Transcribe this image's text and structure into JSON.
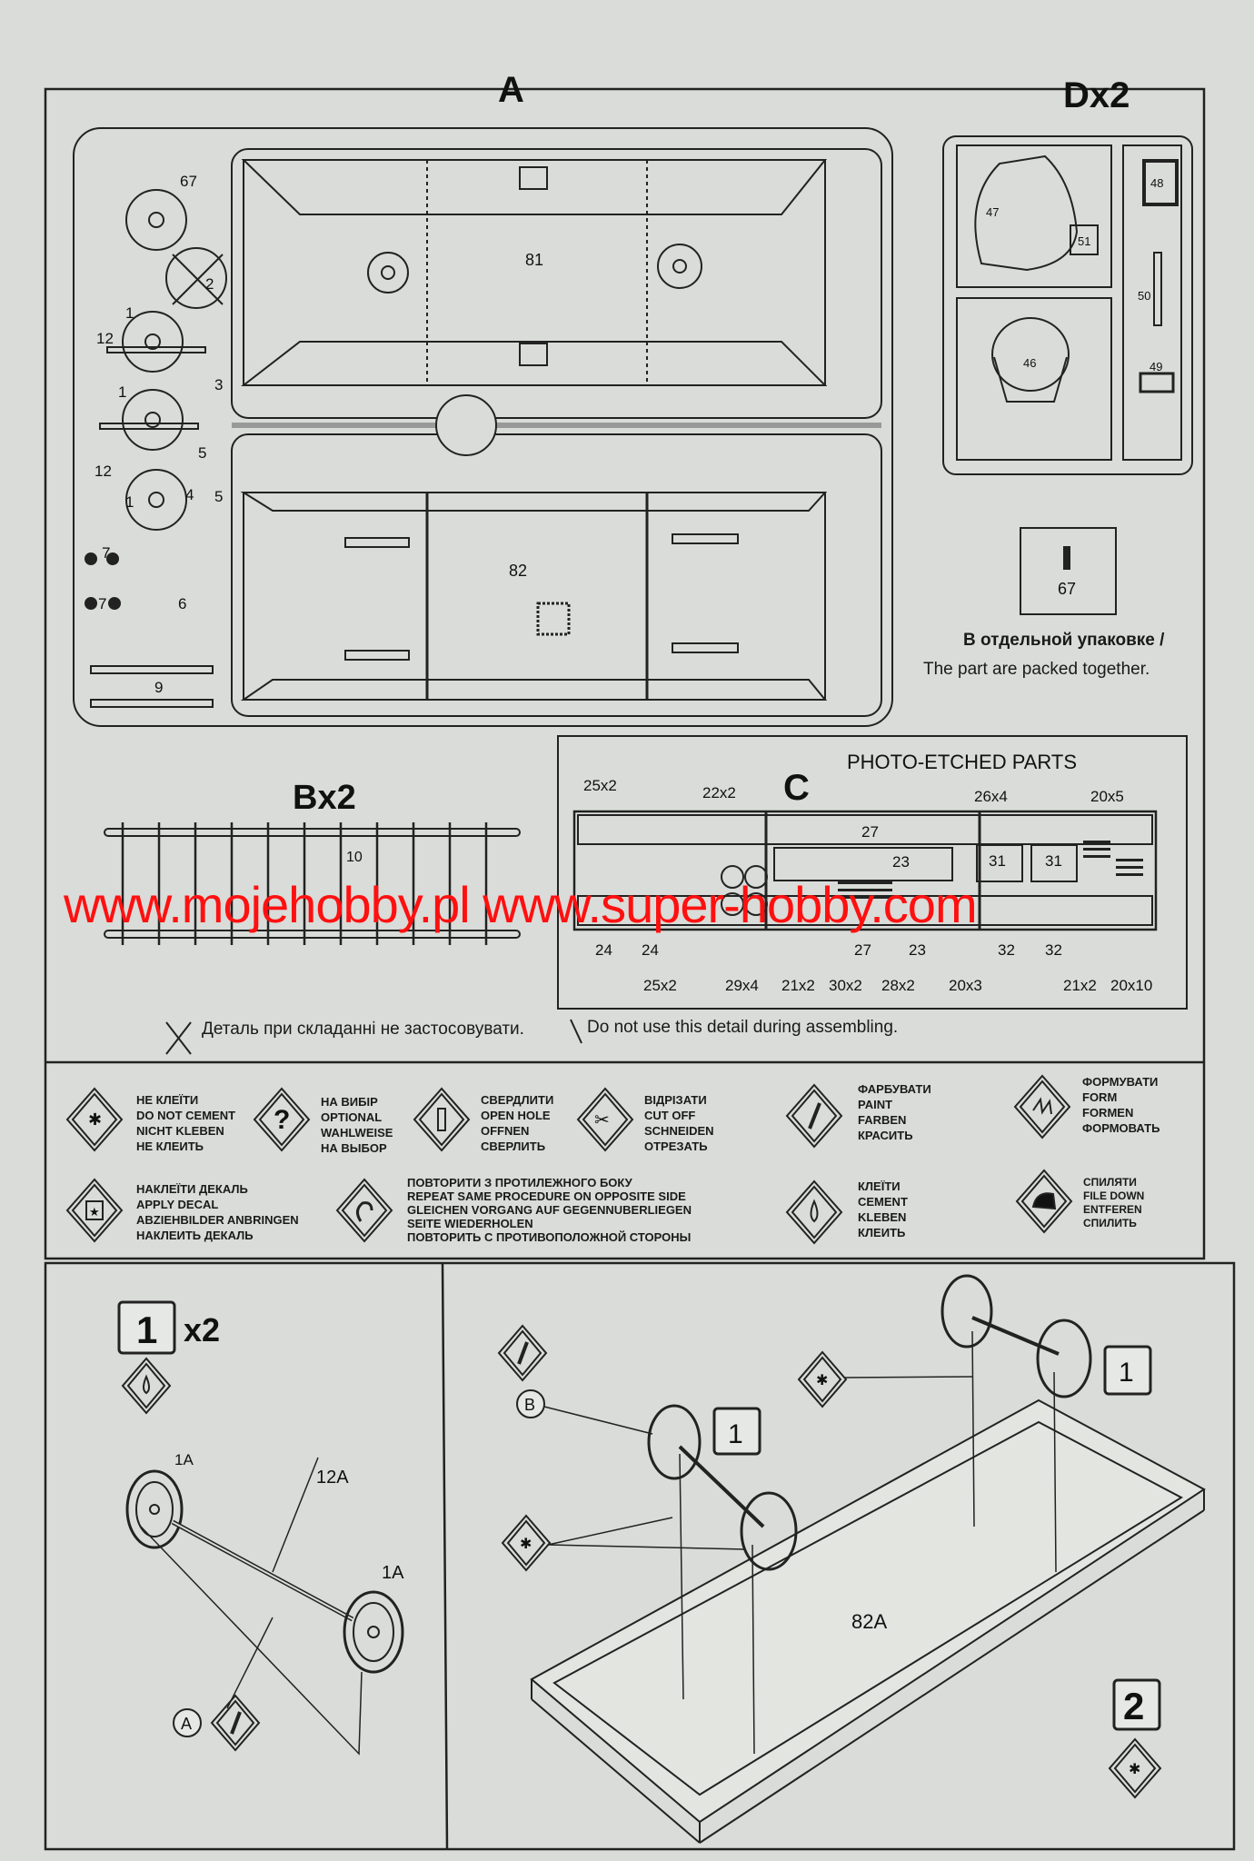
{
  "sheet": {
    "sprue_a": {
      "title": "A",
      "labels": [
        "67",
        "2",
        "1",
        "12",
        "3",
        "1",
        "5",
        "12",
        "4",
        "5",
        "1",
        "7",
        "7",
        "6",
        "9"
      ],
      "part_81": "81",
      "part_82": "82"
    },
    "sprue_d": {
      "title": "Dx2",
      "labels": [
        "47",
        "51",
        "48",
        "50",
        "46",
        "49"
      ]
    },
    "separate": {
      "part": "67",
      "ru": "В отдельной упаковке /",
      "en": "The part are packed together."
    },
    "sprue_b": {
      "title": "Bx2",
      "part": "10"
    },
    "photo_etched": {
      "letter": "C",
      "title": "PHOTO-ETCHED PARTS",
      "top_labels": [
        "25x2",
        "22x2",
        "26x4",
        "20x5"
      ],
      "inner_labels": [
        "27",
        "23",
        "31",
        "31",
        "24",
        "24",
        "23",
        "32",
        "32",
        "27"
      ],
      "bottom_labels": [
        "25x2",
        "29x4",
        "21x2",
        "30x2",
        "28x2",
        "20x3",
        "21x2",
        "20x10"
      ]
    },
    "watermark": "www.mojehobby.pl  www.super-hobby.com",
    "do_not_use": {
      "ua": "Деталь при складанні не застосовувати.",
      "en": "Do not use this detail during assembling."
    },
    "legend": [
      {
        "icon": "do-not-cement-icon",
        "lines": [
          "НЕ КЛЕЇТИ",
          "DO NOT CEMENT",
          "NICHT KLEBEN",
          "НЕ КЛЕИТЬ"
        ]
      },
      {
        "icon": "optional-icon",
        "lines": [
          "НА ВИБІР",
          "OPTIONAL",
          "WAHLWEISE",
          "НА ВЫБОР"
        ]
      },
      {
        "icon": "drill-icon",
        "lines": [
          "СВЕРДЛИТИ",
          "OPEN HOLE",
          "OFFNEN",
          "СВЕРЛИТЬ"
        ]
      },
      {
        "icon": "scissors-icon",
        "lines": [
          "ВІДРІЗАТИ",
          "CUT OFF",
          "SCHNEIDEN",
          "ОТРЕЗАТЬ"
        ]
      },
      {
        "icon": "paint-brush-icon",
        "lines": [
          "ФАРБУВАТИ",
          "PAINT",
          "FARBEN",
          "КРАСИТЬ"
        ]
      },
      {
        "icon": "form-icon",
        "lines": [
          "ФОРМУВАТИ",
          "FORM",
          "FORMEN",
          "ФОРМОВАТЬ"
        ]
      },
      {
        "icon": "decal-icon",
        "lines": [
          "НАКЛЕЇТИ ДЕКАЛЬ",
          "APPLY DECAL",
          "ABZIEHBILDER ANBRINGEN",
          "НАКЛЕИТЬ ДЕКАЛЬ"
        ]
      },
      {
        "icon": "repeat-icon",
        "lines": [
          "ПОВТОРИТИ З ПРОТИЛЕЖНОГО БОКУ",
          "REPEAT SAME PROCEDURE ON OPPOSITE SIDE",
          "GLEICHEN VORGANG AUF GEGENNUBERLIEGEN",
          "SEITE WIEDERHOLEN",
          "ПОВТОРИТЬ С ПРОТИВОПОЛОЖНОЙ СТОРОНЫ"
        ]
      },
      {
        "icon": "cement-icon",
        "lines": [
          "КЛЕЇТИ",
          "CEMENT",
          "KLEBEN",
          "КЛЕИТЬ"
        ]
      },
      {
        "icon": "file-down-icon",
        "lines": [
          "СПИЛЯТИ",
          "FILE DOWN",
          "ENTFEREN",
          "СПИЛИТЬ"
        ]
      }
    ],
    "step1": {
      "number": "1",
      "multiplier": "x2",
      "wheel_a": "1A",
      "axle": "12A",
      "wheel_b": "1A",
      "paint_ref": "A"
    },
    "step2": {
      "number": "2",
      "paint_ref": "B",
      "sub_a": "1",
      "sub_b": "1",
      "body": "82A"
    }
  }
}
